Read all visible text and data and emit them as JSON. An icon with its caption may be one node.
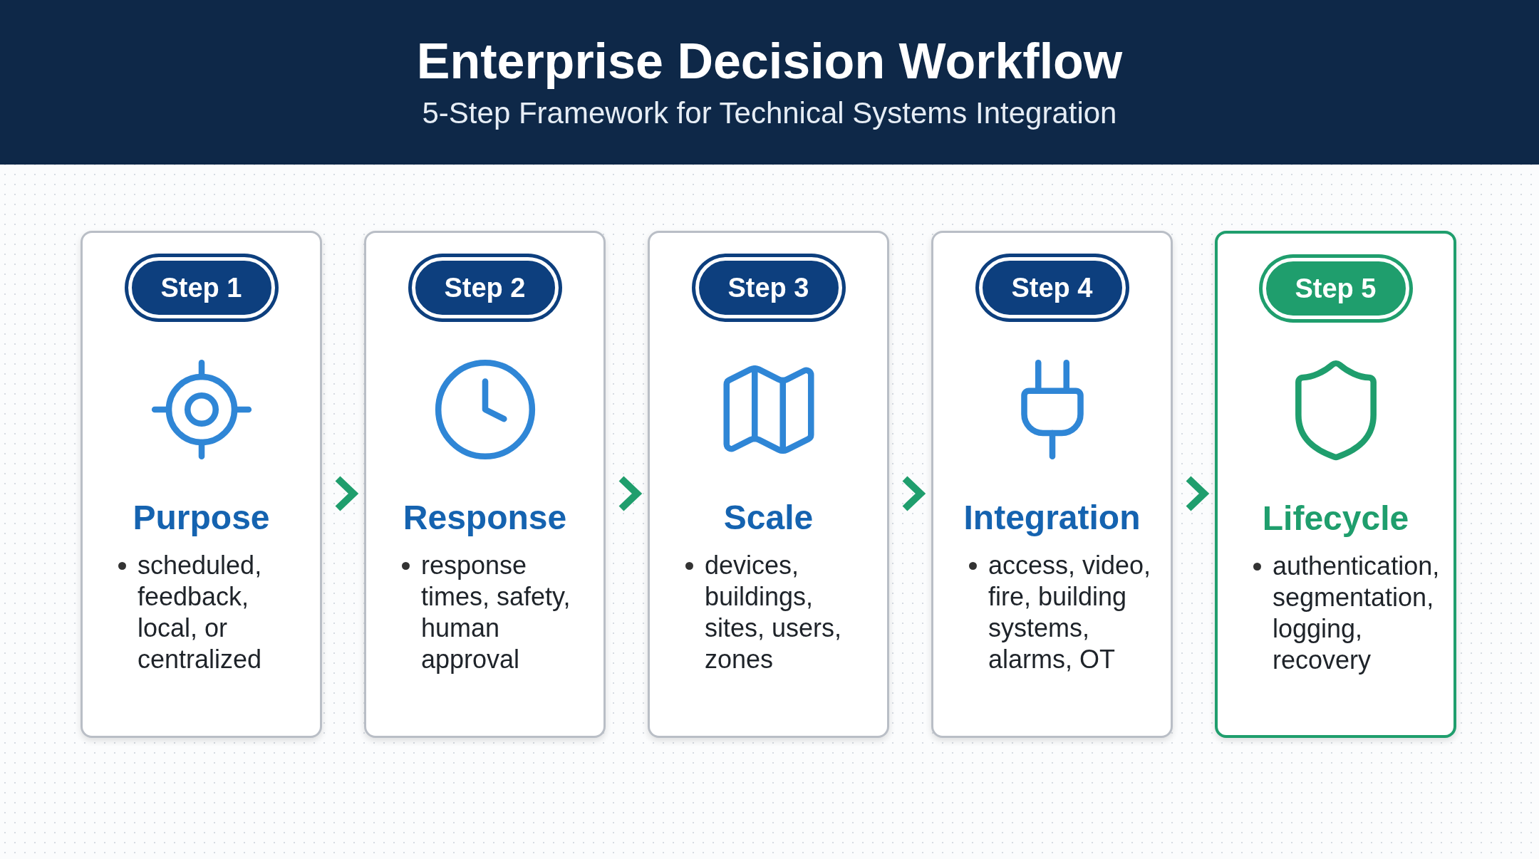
{
  "diagram": {
    "title": "Enterprise Decision Workflow",
    "caption": "5-Step Framework for Technical Systems Integration",
    "nodes": [
      {
        "text": [
          "Step 1",
          "Purpose",
          "scheduled, feedback, local, or centralized"
        ]
      },
      {
        "text": [
          "Step 2",
          "Response",
          "response times, safety, human approval"
        ]
      },
      {
        "text": [
          "Step 3",
          "Scale",
          "devices, buildings, sites, users, zones"
        ]
      },
      {
        "text": [
          "Step 4",
          "Integration",
          "access, video, fire, building systems, alarms, OT"
        ]
      },
      {
        "text": [
          "Step 5",
          "Lifecycle",
          "authentication, segmentation, logging, recovery"
        ]
      }
    ],
    "edges": [
      {
        "from": 0,
        "to": 1,
        "arrow": "to"
      },
      {
        "from": 1,
        "to": 2,
        "arrow": "to"
      },
      {
        "from": 2,
        "to": 3,
        "arrow": "to"
      },
      {
        "from": 3,
        "to": 4,
        "arrow": "to"
      }
    ]
  }
}
